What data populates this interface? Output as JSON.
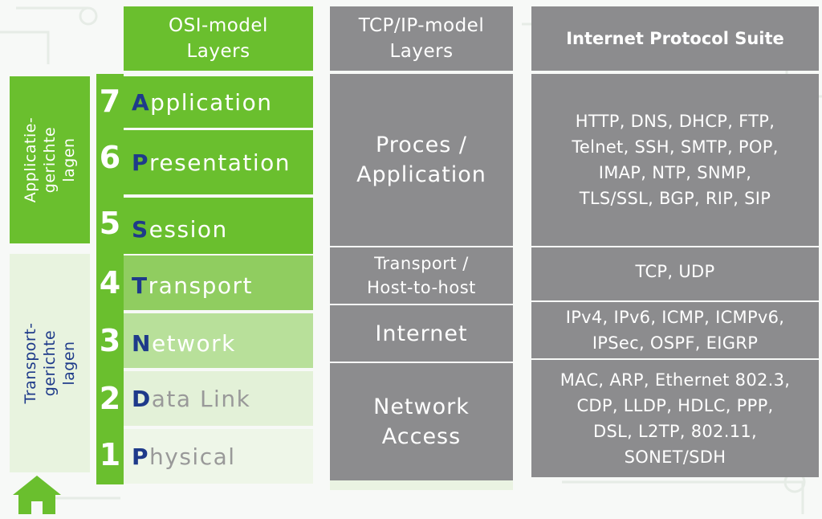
{
  "headers": {
    "osi": "OSI-model\nLayers",
    "tcpip": "TCP/IP-model\nLayers",
    "suite": "Internet Protocol Suite"
  },
  "side_groups": [
    {
      "label": "Applicatie-\ngerichte\nlagen"
    },
    {
      "label": "Transport-\ngerichte\nlagen"
    }
  ],
  "osi_layers": [
    {
      "number": "7",
      "initial": "A",
      "rest": "pplication"
    },
    {
      "number": "6",
      "initial": "P",
      "rest": "resentation"
    },
    {
      "number": "5",
      "initial": "S",
      "rest": "ession"
    },
    {
      "number": "4",
      "initial": "T",
      "rest": "ransport"
    },
    {
      "number": "3",
      "initial": "N",
      "rest": "etwork"
    },
    {
      "number": "2",
      "initial": "D",
      "rest": "ata Link"
    },
    {
      "number": "1",
      "initial": "P",
      "rest": "hysical"
    }
  ],
  "tcpip_layers": [
    {
      "label": "Proces /\nApplication"
    },
    {
      "label": "Transport /\nHost-to-host"
    },
    {
      "label": "Internet"
    },
    {
      "label": "Network\nAccess"
    }
  ],
  "protocols": [
    {
      "label": "HTTP, DNS, DHCP, FTP,\nTelnet, SSH, SMTP, POP,\nIMAP, NTP, SNMP,\nTLS/SSL, BGP, RIP, SIP"
    },
    {
      "label": "TCP, UDP"
    },
    {
      "label": "IPv4, IPv6, ICMP, ICMPv6,\nIPSec, OSPF, EIGRP"
    },
    {
      "label": "MAC, ARP, Ethernet 802.3,\nCDP, LLDP, HDLC, PPP,\nDSL, L2TP, 802.11,\nSONET/SDH"
    }
  ],
  "colors": {
    "green": "#6abf2e",
    "grey": "#8c8c8e",
    "initial_letter": "#1e3a8a"
  },
  "icons": {
    "home": "home-icon"
  }
}
